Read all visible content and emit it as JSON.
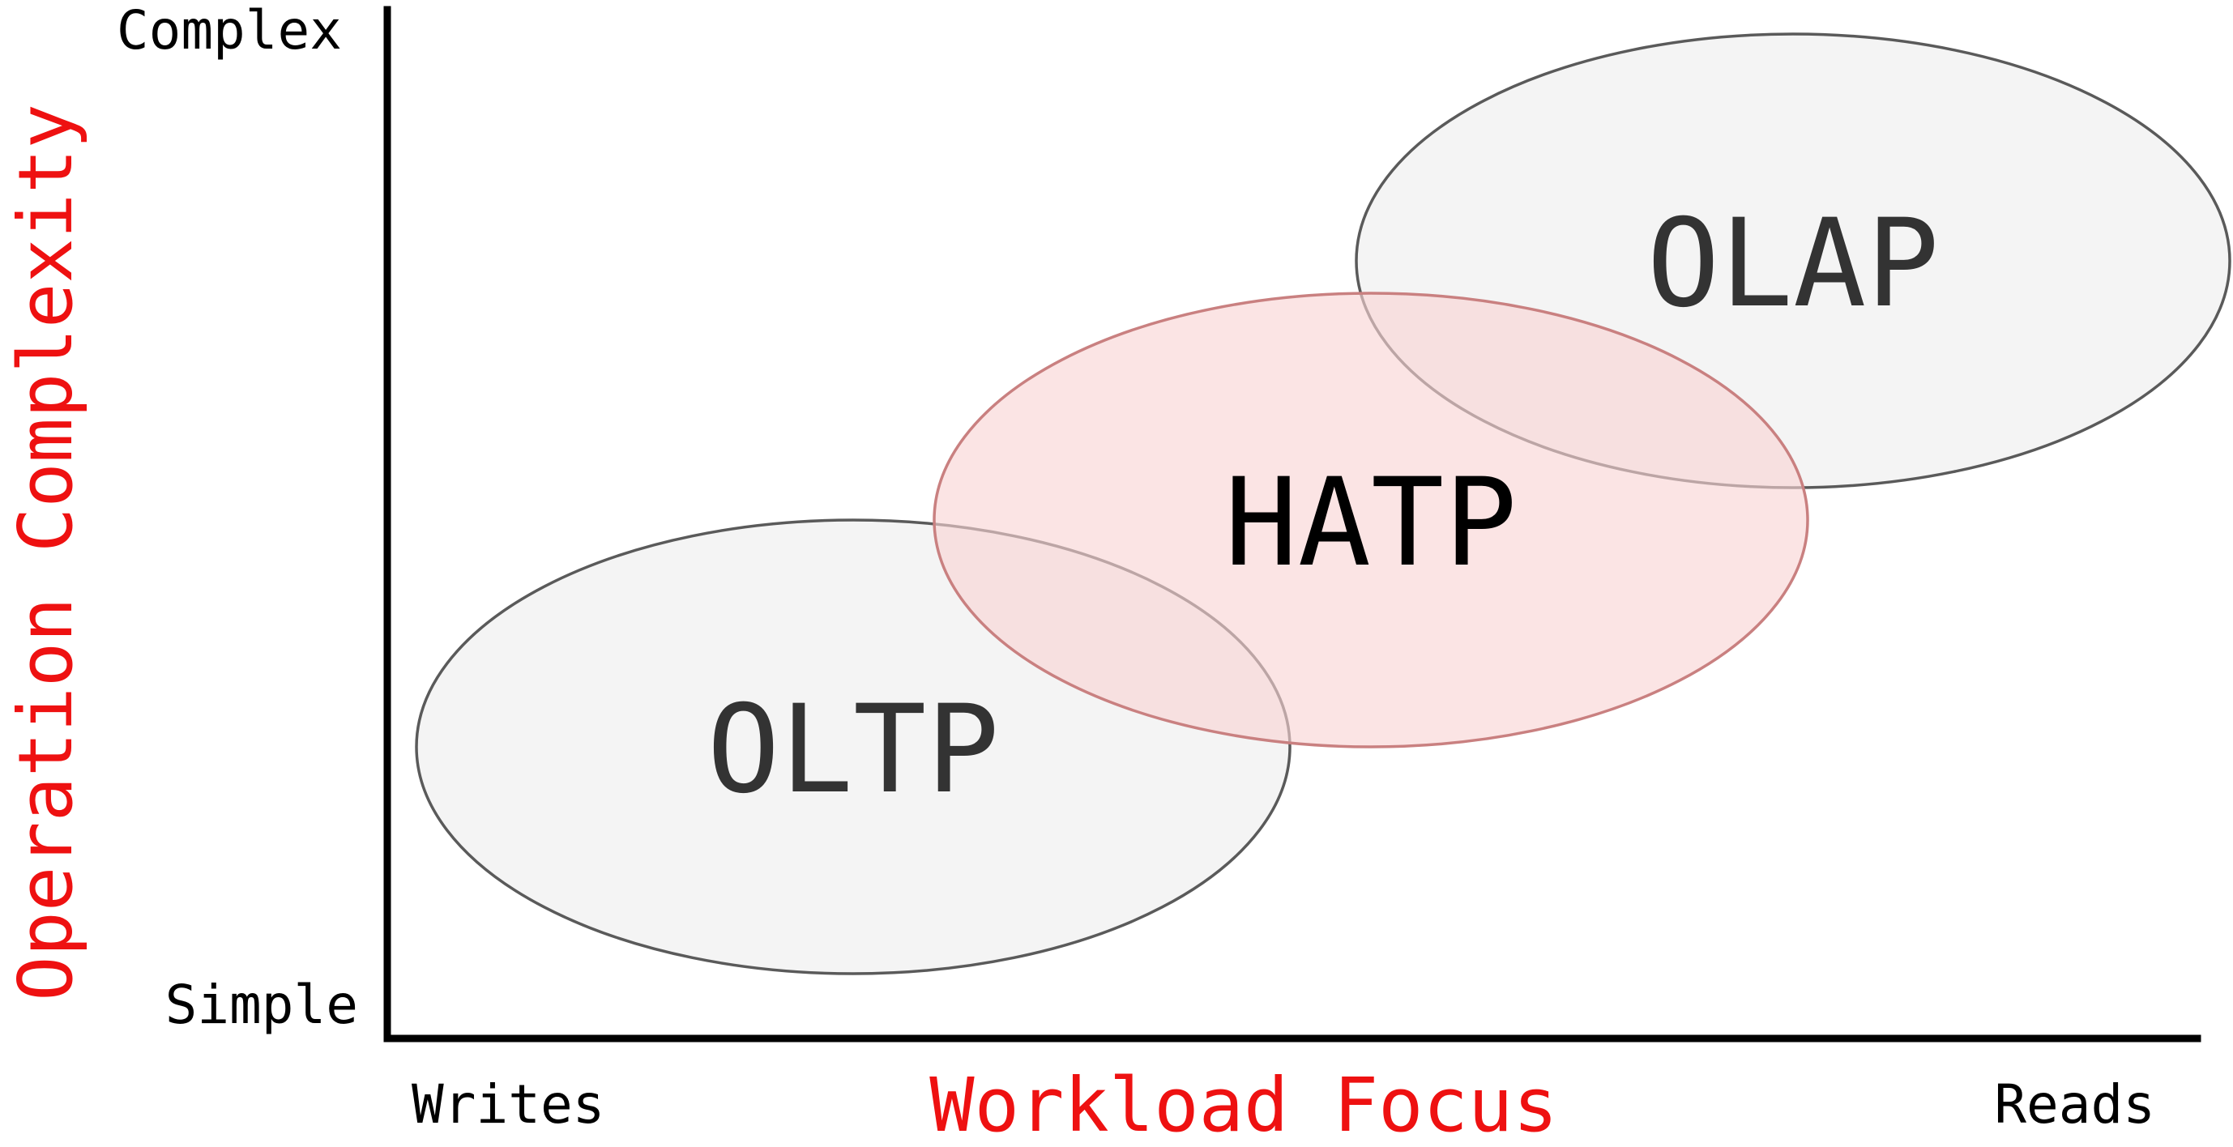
{
  "y_axis": {
    "title": "Operation Complexity",
    "top_label": "Complex",
    "bottom_label": "Simple"
  },
  "x_axis": {
    "title": "Workload Focus",
    "left_label": "Writes",
    "right_label": "Reads"
  },
  "regions": {
    "oltp": {
      "label": "OLTP"
    },
    "hatp": {
      "label": "HATP"
    },
    "olap": {
      "label": "OLAP"
    }
  },
  "colors": {
    "axis_title": "#ee1111",
    "grey_fill": "#f4f4f4",
    "grey_stroke": "#5a5a5a",
    "red_fill": "#f8d4d4",
    "red_stroke": "#c98080",
    "oltp_olap_text": "#333333",
    "hatp_text": "#000000"
  }
}
